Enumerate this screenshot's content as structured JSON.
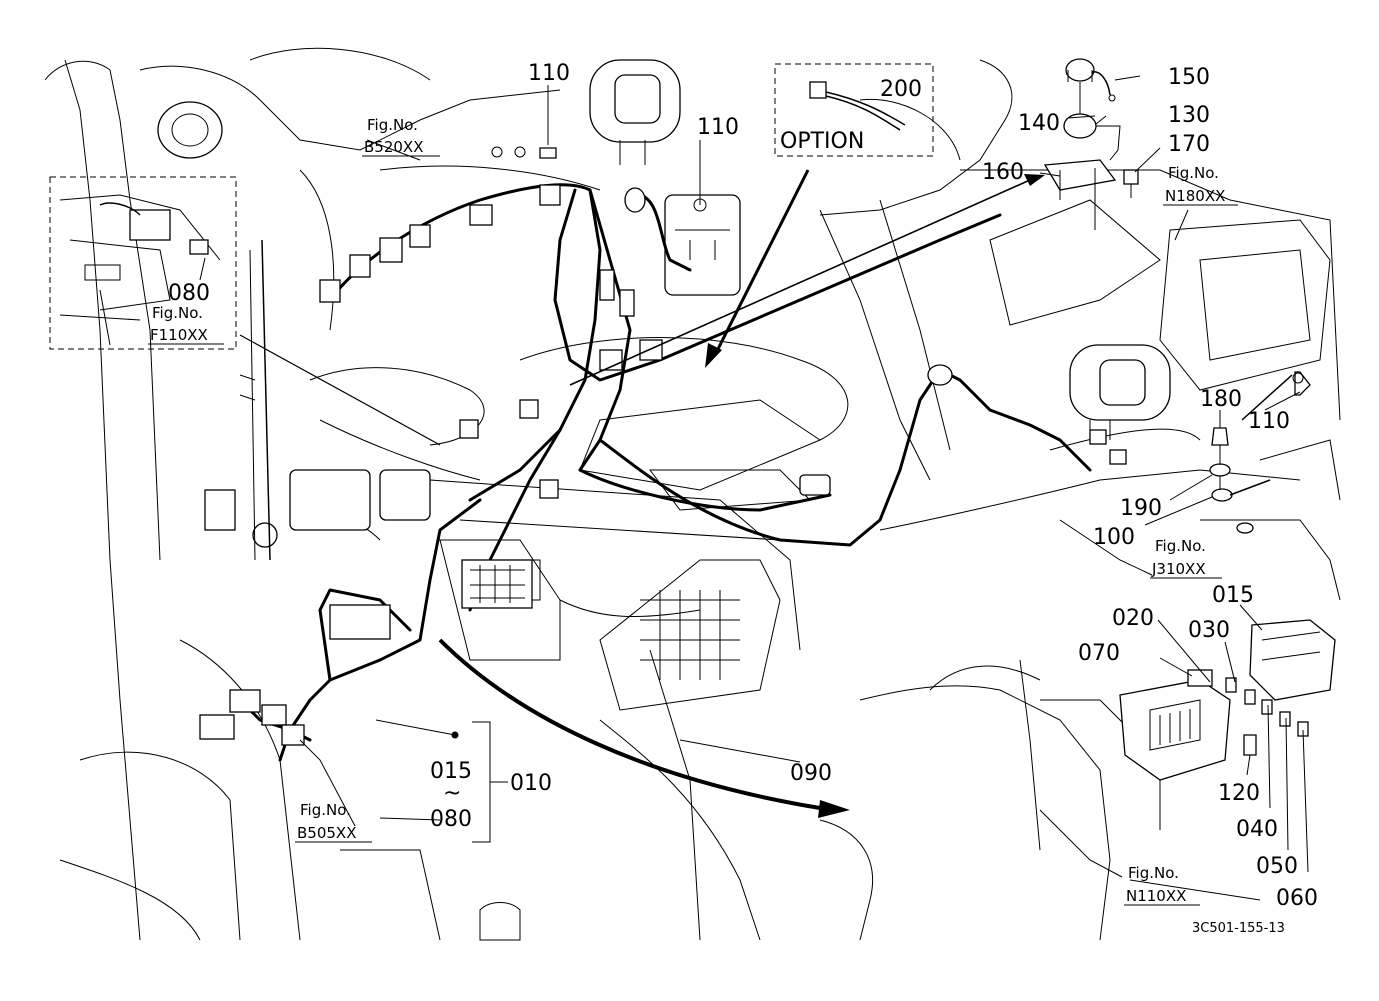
{
  "callouts": {
    "c110a": "110",
    "c110b": "110",
    "c110c": "110",
    "c200": "200",
    "option": "OPTION",
    "c150": "150",
    "c140": "140",
    "c130": "130",
    "c170": "170",
    "c160": "160",
    "c180": "180",
    "c190": "190",
    "c100": "100",
    "c015a": "015",
    "c020": "020",
    "c030": "030",
    "c070": "070",
    "c120": "120",
    "c040": "040",
    "c050": "050",
    "c060": "060",
    "c090": "090",
    "c080": "080",
    "c015b": "015",
    "tilde": "~",
    "c080b": "080",
    "c010": "010"
  },
  "fig_refs": {
    "b520": {
      "label": "Fig.No.",
      "code": "B520XX"
    },
    "f110": {
      "label": "Fig.No.",
      "code": "F110XX"
    },
    "n180": {
      "label": "Fig.No.",
      "code": "N180XX"
    },
    "j310": {
      "label": "Fig.No.",
      "code": "J310XX"
    },
    "b505": {
      "label": "Fig.No.",
      "code": "B505XX"
    },
    "n110": {
      "label": "Fig.No.",
      "code": "N110XX"
    }
  },
  "drawing_code": "3C501-155-13"
}
